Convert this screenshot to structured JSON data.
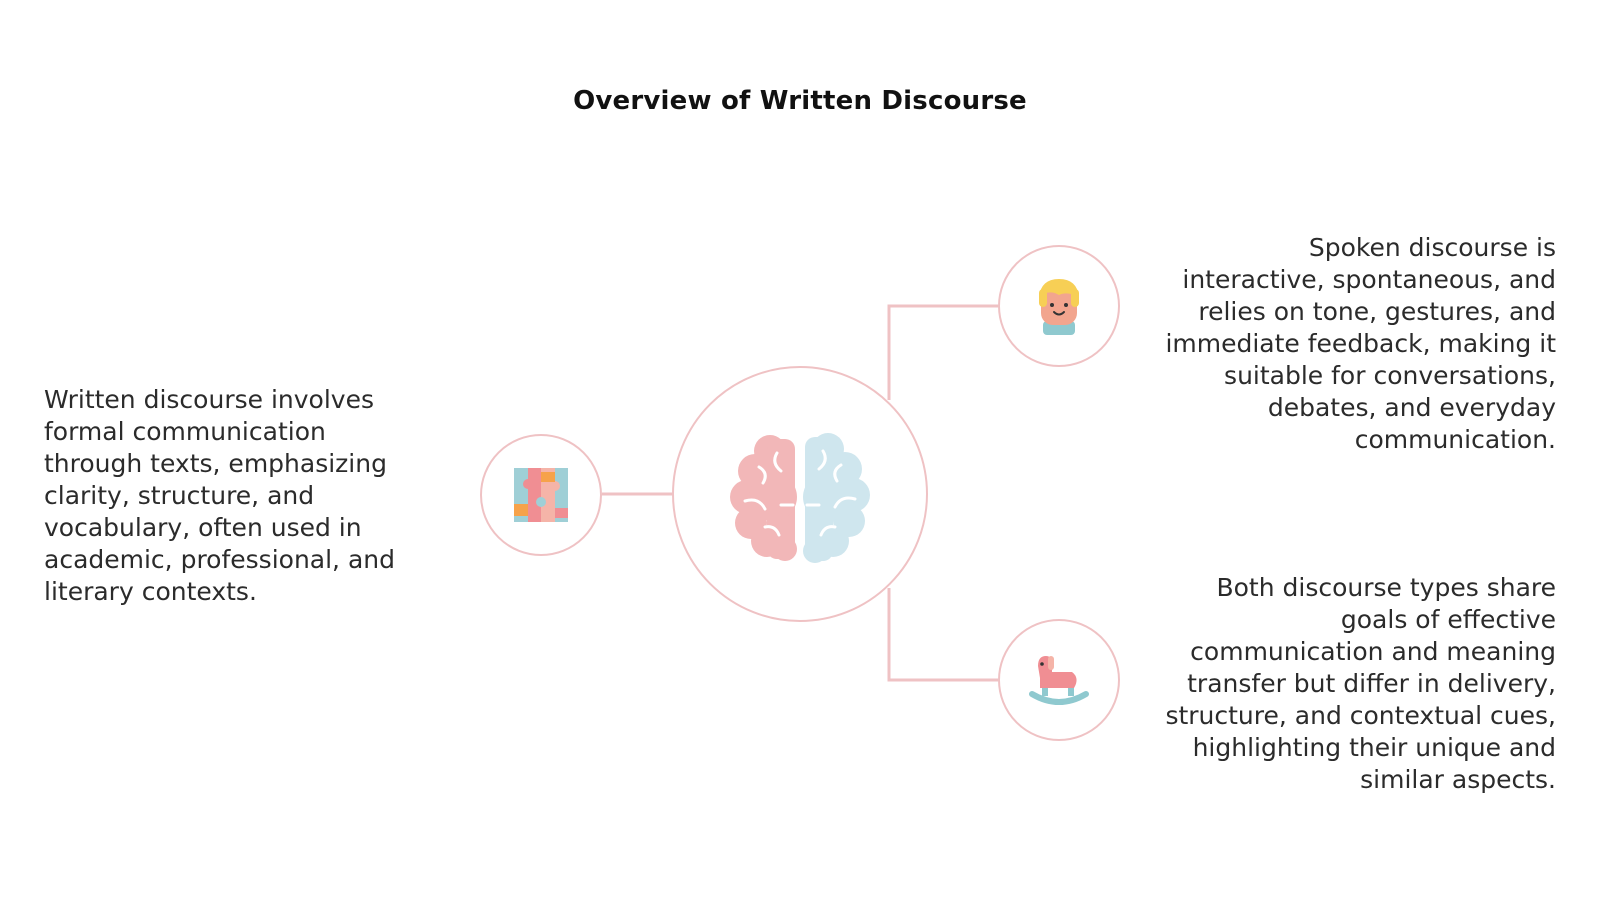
{
  "title": "Overview of Written Discourse",
  "nodes": {
    "center": {
      "icon": "brain-icon"
    },
    "left": {
      "icon": "puzzle-icon",
      "text": "Written discourse involves formal communication through texts, emphasizing clarity, structure, and vocabulary, often used in academic, professional, and literary contexts."
    },
    "top_right": {
      "icon": "child-face-icon",
      "text": "Spoken discourse is interactive, spontaneous, and relies on tone, gestures, and immediate feedback, making it suitable for conversations, debates, and everyday communication."
    },
    "bottom_right": {
      "icon": "rocking-horse-icon",
      "text": "Both discourse types share goals of effective communication and meaning transfer but differ in delivery, structure, and contextual cues, highlighting their unique and similar aspects."
    }
  },
  "colors": {
    "connector": "#efc2c4",
    "brain_left": "#f2b7b8",
    "brain_right": "#cfe6ee",
    "title": "#111111",
    "text": "#2b2b2b"
  }
}
